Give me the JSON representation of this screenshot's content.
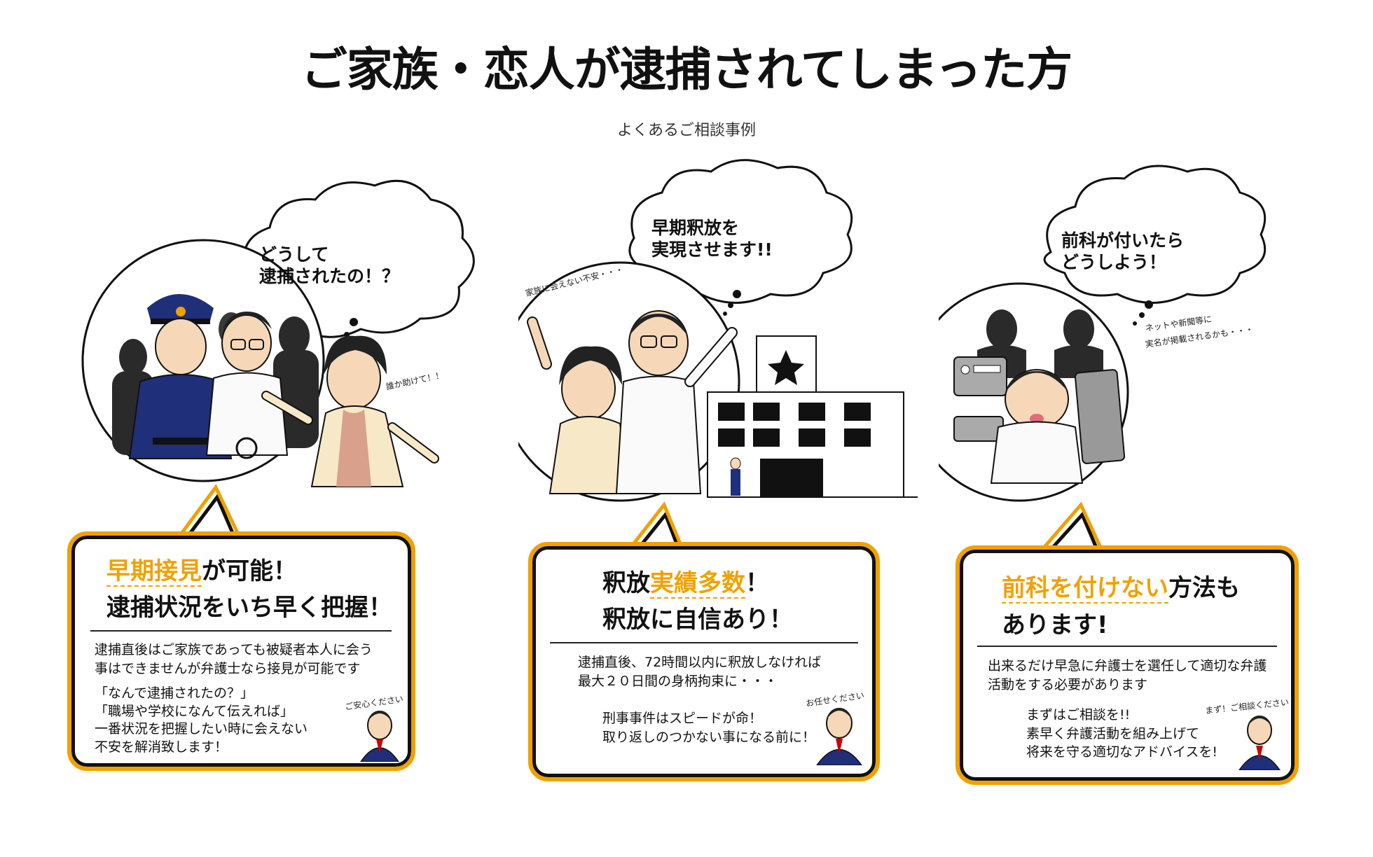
{
  "page": {
    "title": "ご家族・恋人が逮捕されてしまった方",
    "subtitle": "よくあるご相談事例"
  },
  "panels": [
    {
      "bubble": [
        "どうして",
        "逮捕されたの！？"
      ],
      "side_note": "誰か助けて！！",
      "card": {
        "head1_highlight": "早期接見",
        "head1_rest": "が可能！",
        "head2": "逮捕状況をいち早く把握！",
        "body1": [
          "逮捕直後はご家族であっても被疑者本人に会う",
          "事はできませんが弁護士なら接見が可能です"
        ],
        "body2": [
          "「なんで逮捕されたの？」",
          "「職場や学校になんて伝えれば」",
          "一番状況を把握したい時に会えない",
          "不安を解消致します！"
        ],
        "lawyer_note": "ご安心ください"
      }
    },
    {
      "bubble": [
        "早期釈放を",
        "実現させます!!"
      ],
      "side_note": "家族に会えない不安・・・",
      "card": {
        "head1_pre": "釈放",
        "head1_highlight": "実績多数",
        "head1_rest": "！",
        "head2": "釈放に自信あり！",
        "body1": [
          "逮捕直後、72時間以内に釈放しなければ",
          "最大２０日間の身柄拘束に・・・"
        ],
        "body2": [
          "刑事事件はスピードが命！",
          "取り返しのつかない事になる前に！"
        ],
        "lawyer_note": "お任せください"
      }
    },
    {
      "bubble": [
        "前科が付いたら",
        "どうしよう！"
      ],
      "side_note": [
        "ネットや新聞等に",
        "実名が掲載されるかも・・・"
      ],
      "card": {
        "head1_highlight": "前科を付けない",
        "head1_rest": "方法も",
        "head2": "あります!",
        "body1": [
          "出来るだけ早急に弁護士を選任して適切な弁護",
          "活動をする必要があります"
        ],
        "body2": [
          "まずはご相談を!!",
          "素早く弁護活動を組み上げて",
          "将来を守る適切なアドバイスを!"
        ],
        "lawyer_note": "まず！ご相談ください"
      }
    }
  ],
  "colors": {
    "accent": "#f0a100",
    "ink": "#111111",
    "police_blue": "#1f2f7a",
    "skin": "#f6d8b8"
  }
}
